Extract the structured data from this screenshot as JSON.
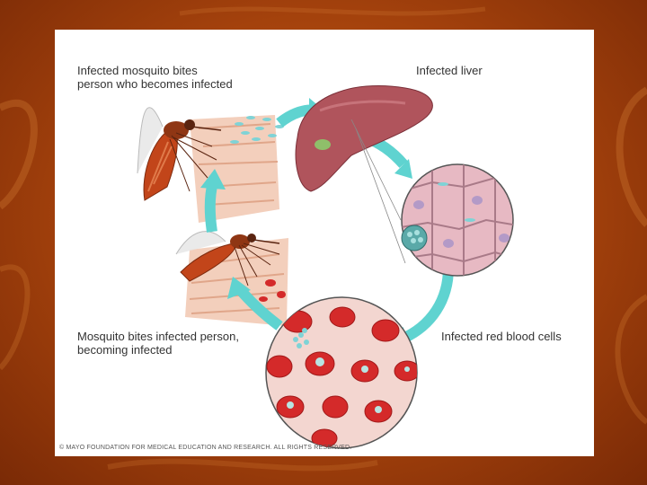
{
  "diagram": {
    "labels": {
      "mosquito_bites_person": "Infected mosquito bites\nperson who becomes infected",
      "infected_liver": "Infected liver",
      "mosquito_bites_infected": "Mosquito bites infected person,\nbecoming infected",
      "infected_rbc": "Infected red blood cells"
    },
    "copyright": "© MAYO FOUNDATION FOR MEDICAL EDUCATION AND RESEARCH. ALL RIGHTS RESERVED."
  },
  "colors": {
    "arrow": "#5fd3d0",
    "liver": "#b0545c",
    "blood_cell": "#d42a2a",
    "mosquito": "#c2451a",
    "background": "#a3410c"
  }
}
